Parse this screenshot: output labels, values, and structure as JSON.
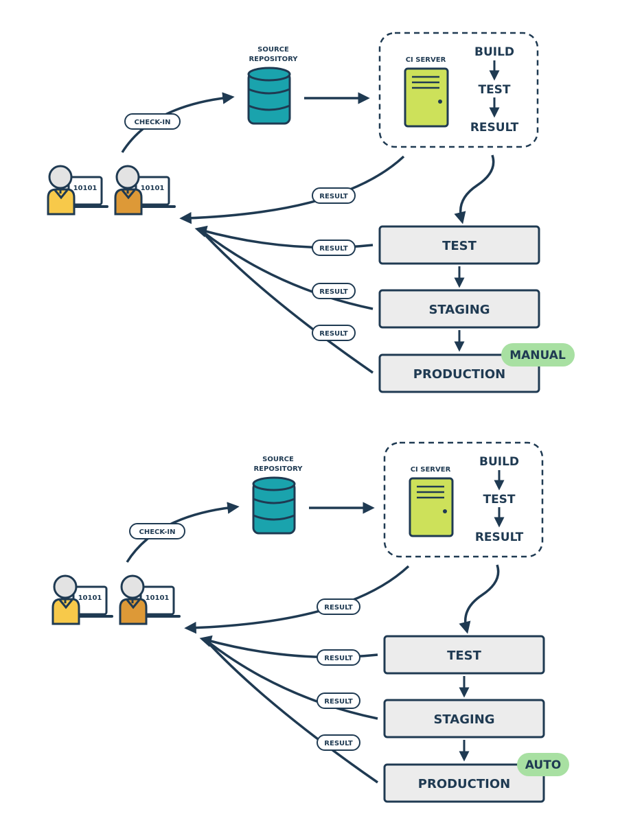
{
  "colors": {
    "navy": "#1f3a52",
    "teal": "#1aa3ad",
    "lime": "#cde15a",
    "stage_fill": "#ececec",
    "badge_green": "#a8e0a2",
    "dev_yellow": "#f7c94a",
    "dev_orange": "#dd9937",
    "face_gray": "#e3e3e3"
  },
  "diagrams": [
    {
      "repo_label_line1": "SOURCE",
      "repo_label_line2": "REPOSITORY",
      "checkin_label": "CHECK-IN",
      "ci_server_label": "CI SERVER",
      "build_label": "BUILD",
      "test_label": "TEST",
      "result_label": "RESULT",
      "code_text": "10101",
      "ci_result_label": "RESULT",
      "stages": [
        {
          "name": "TEST",
          "result_label": "RESULT"
        },
        {
          "name": "STAGING",
          "result_label": "RESULT"
        },
        {
          "name": "PRODUCTION",
          "result_label": "RESULT"
        }
      ],
      "deploy_badge": "MANUAL"
    },
    {
      "repo_label_line1": "SOURCE",
      "repo_label_line2": "REPOSITORY",
      "checkin_label": "CHECK-IN",
      "ci_server_label": "CI SERVER",
      "build_label": "BUILD",
      "test_label": "TEST",
      "result_label": "RESULT",
      "code_text": "10101",
      "ci_result_label": "RESULT",
      "stages": [
        {
          "name": "TEST",
          "result_label": "RESULT"
        },
        {
          "name": "STAGING",
          "result_label": "RESULT"
        },
        {
          "name": "PRODUCTION",
          "result_label": "RESULT"
        }
      ],
      "deploy_badge": "AUTO"
    }
  ]
}
